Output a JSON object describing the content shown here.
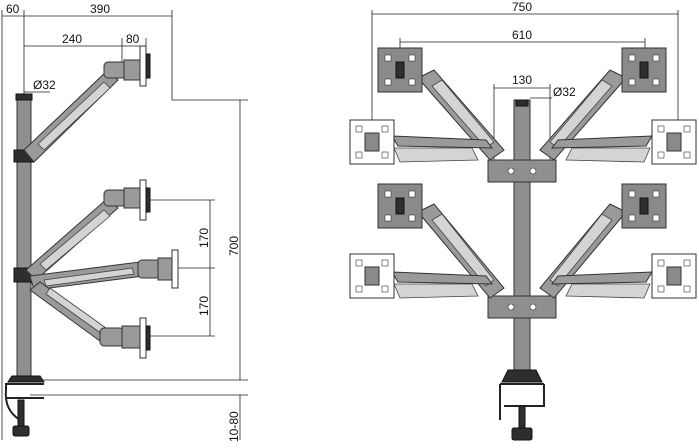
{
  "side_view": {
    "dim_total_width": "390",
    "dim_pole_offset": "60",
    "dim_arm_length": "240",
    "dim_head_length": "80",
    "dim_pole_diameter": "Ø32",
    "dim_height": "700",
    "dim_spacing_upper": "170",
    "dim_spacing_lower": "170",
    "dim_desk_thickness": "10-80"
  },
  "front_view": {
    "dim_total_width": "750",
    "dim_vesa_span": "610",
    "dim_center_gap": "130",
    "dim_pole_diameter": "Ø32"
  }
}
